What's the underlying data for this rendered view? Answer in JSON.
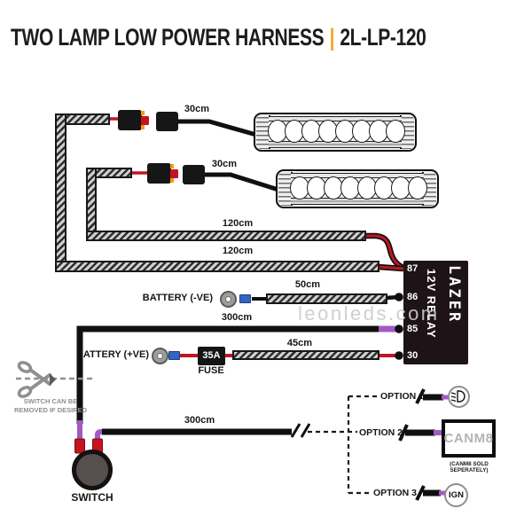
{
  "title": {
    "main": "TWO LAMP LOW POWER HARNESS",
    "separator": "|",
    "code": "2L-LP-120"
  },
  "watermark": "leonleds.com",
  "harness": {
    "lamp1": {
      "wire_label": "30cm",
      "cable_label": "120cm"
    },
    "lamp2": {
      "wire_label": "30cm",
      "cable_label": "120cm"
    }
  },
  "relay": {
    "brand": "LAZER",
    "label": "12V RELAY",
    "pins": [
      "87",
      "86",
      "85",
      "30"
    ]
  },
  "battery": {
    "negative": {
      "label": "BATTERY (-VE)",
      "wire_label": "50cm"
    },
    "positive": {
      "label": "BATTERY (+VE)",
      "fuse_rating": "35A",
      "fuse_label": "FUSE",
      "wire_label": "45cm"
    }
  },
  "switch": {
    "label": "SWITCH",
    "wire_to_relay_label": "300cm",
    "wire_to_options_label": "300cm",
    "note_line1": "SWITCH CAN BE",
    "note_line2": "REMOVED IF DESIRED"
  },
  "options": [
    {
      "label": "OPTION 1",
      "icon": "dipped-beam-headlight-icon"
    },
    {
      "label": "OPTION 2",
      "device_label": "CANM8",
      "note": "(CANM8 SOLD SEPERATELY)"
    },
    {
      "label": "OPTION 3",
      "device_label": "IGN"
    }
  ],
  "colors": {
    "accent_orange": "#F2A51F",
    "wire_red": "#C41420",
    "wire_purple": "#A259C4",
    "relay_bg": "#1E1417",
    "terminal_blue": "#2F66C0",
    "note_gray": "#8F8F8F",
    "watermark_gray": "#CBCBCB",
    "canm8_text": "#B3B3B3"
  }
}
